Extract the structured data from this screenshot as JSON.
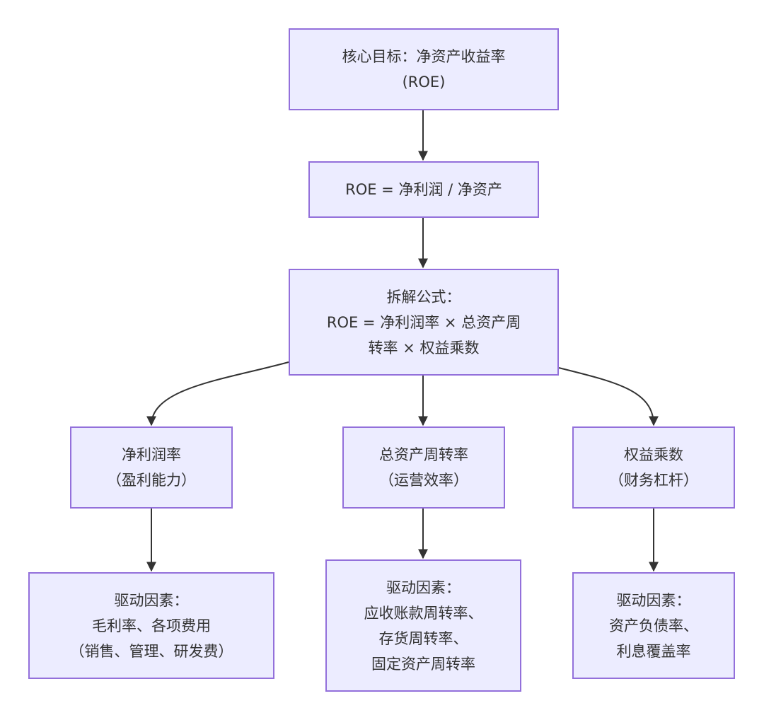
{
  "nodes": [
    {
      "id": "n1",
      "lines": [
        "核心目标：净资产收益率",
        "(ROE)"
      ]
    },
    {
      "id": "n2",
      "lines": [
        "ROE = 净利润 / 净资产"
      ]
    },
    {
      "id": "n3",
      "lines": [
        "拆解公式：",
        "ROE = 净利润率 × 总资产周",
        "转率 × 权益乘数"
      ]
    },
    {
      "id": "n4",
      "lines": [
        "净利润率",
        "（盈利能力）"
      ]
    },
    {
      "id": "n5",
      "lines": [
        "总资产周转率",
        "（运营效率）"
      ]
    },
    {
      "id": "n6",
      "lines": [
        "权益乘数",
        "（财务杠杆）"
      ]
    },
    {
      "id": "n7",
      "lines": [
        "驱动因素：",
        "毛利率、各项费用",
        "（销售、管理、研发费）"
      ]
    },
    {
      "id": "n8",
      "lines": [
        "驱动因素：",
        "应收账款周转率、",
        "存货周转率、",
        "固定资产周转率"
      ]
    },
    {
      "id": "n9",
      "lines": [
        "驱动因素：",
        "资产负债率、",
        "利息覆盖率"
      ]
    }
  ],
  "colors": {
    "node_fill": "#ECECFF",
    "node_border": "#9370DB",
    "text": "#333333",
    "edge": "#333333"
  }
}
